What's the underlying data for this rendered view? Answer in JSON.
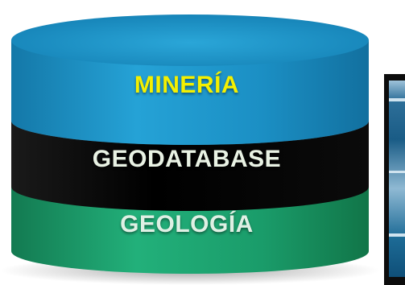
{
  "diagram": {
    "layers": [
      {
        "id": "top",
        "label": "MINERÍA"
      },
      {
        "id": "middle",
        "label": "GEODATABASE"
      },
      {
        "id": "bottom",
        "label": "GEOLOGÍA"
      }
    ]
  },
  "colors": {
    "top_layer": "#1b8fc0",
    "middle_layer": "#050505",
    "bottom_layer": "#1fa872",
    "top_label": "#f4f000",
    "other_labels": "#e9f2e4",
    "thumbnail_frame": "#0c0c0c"
  },
  "thumbnail": {
    "icon": "screen-thumbnail-icon"
  }
}
